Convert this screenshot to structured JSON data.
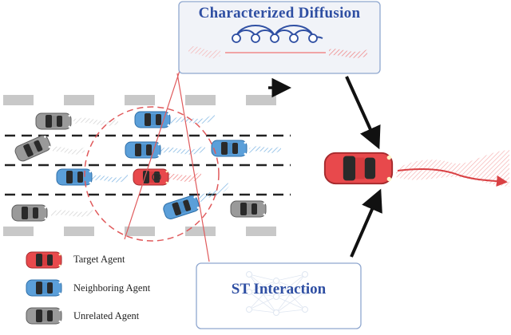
{
  "diffusion_box": {
    "title": "Characterized Diffusion"
  },
  "interaction_box": {
    "title": "ST Interaction"
  },
  "legend": {
    "target": "Target Agent",
    "neighboring": "Neighboring Agent",
    "unrelated": "Unrelated Agent"
  },
  "colors": {
    "target": "#e8494c",
    "neighboring": "#5b9fd9",
    "unrelated": "#8e8e8e",
    "box_border": "#8fa7cf",
    "title_text": "#2f4fa3",
    "diffusion_hatch": "#f08a8a",
    "neighbor_hatch": "#7fb6e3"
  }
}
